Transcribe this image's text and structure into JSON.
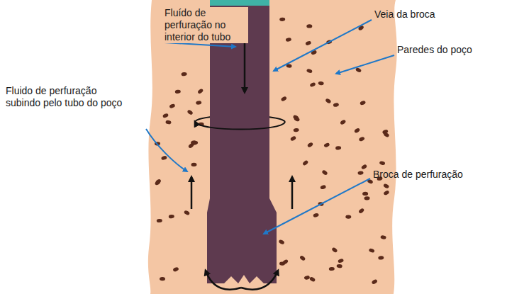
{
  "diagram": {
    "labels": [
      "Fluído de perfuração no interior do tubo",
      "Veia da broca",
      "Paredes do poço",
      "Fluido de perfuração subindo pelo tubo do poço",
      "Broca de perfuração"
    ]
  }
}
